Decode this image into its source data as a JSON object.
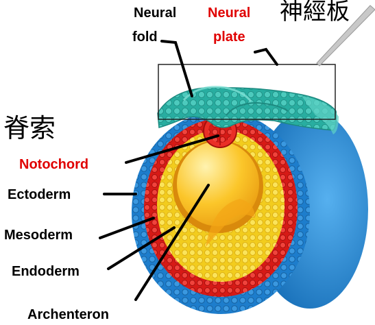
{
  "labels": {
    "neural_fold_line1": "Neural",
    "neural_fold_line2": "fold",
    "neural_plate_line1": "Neural",
    "neural_plate_line2": "plate",
    "cjk_top": "神經板",
    "cjk_left": "脊索",
    "notochord": "Notochord",
    "ectoderm": "Ectoderm",
    "mesoderm": "Mesoderm",
    "endoderm": "Endoderm",
    "archenteron": "Archenteron"
  },
  "colors": {
    "label_black": "#000000",
    "label_red": "#e00000",
    "ectoderm": "#1f7fd0",
    "mesoderm": "#e8231f",
    "endoderm": "#f5d21a",
    "archenteron": "#f9b81c",
    "neural_plate": "#2ab5a8"
  }
}
